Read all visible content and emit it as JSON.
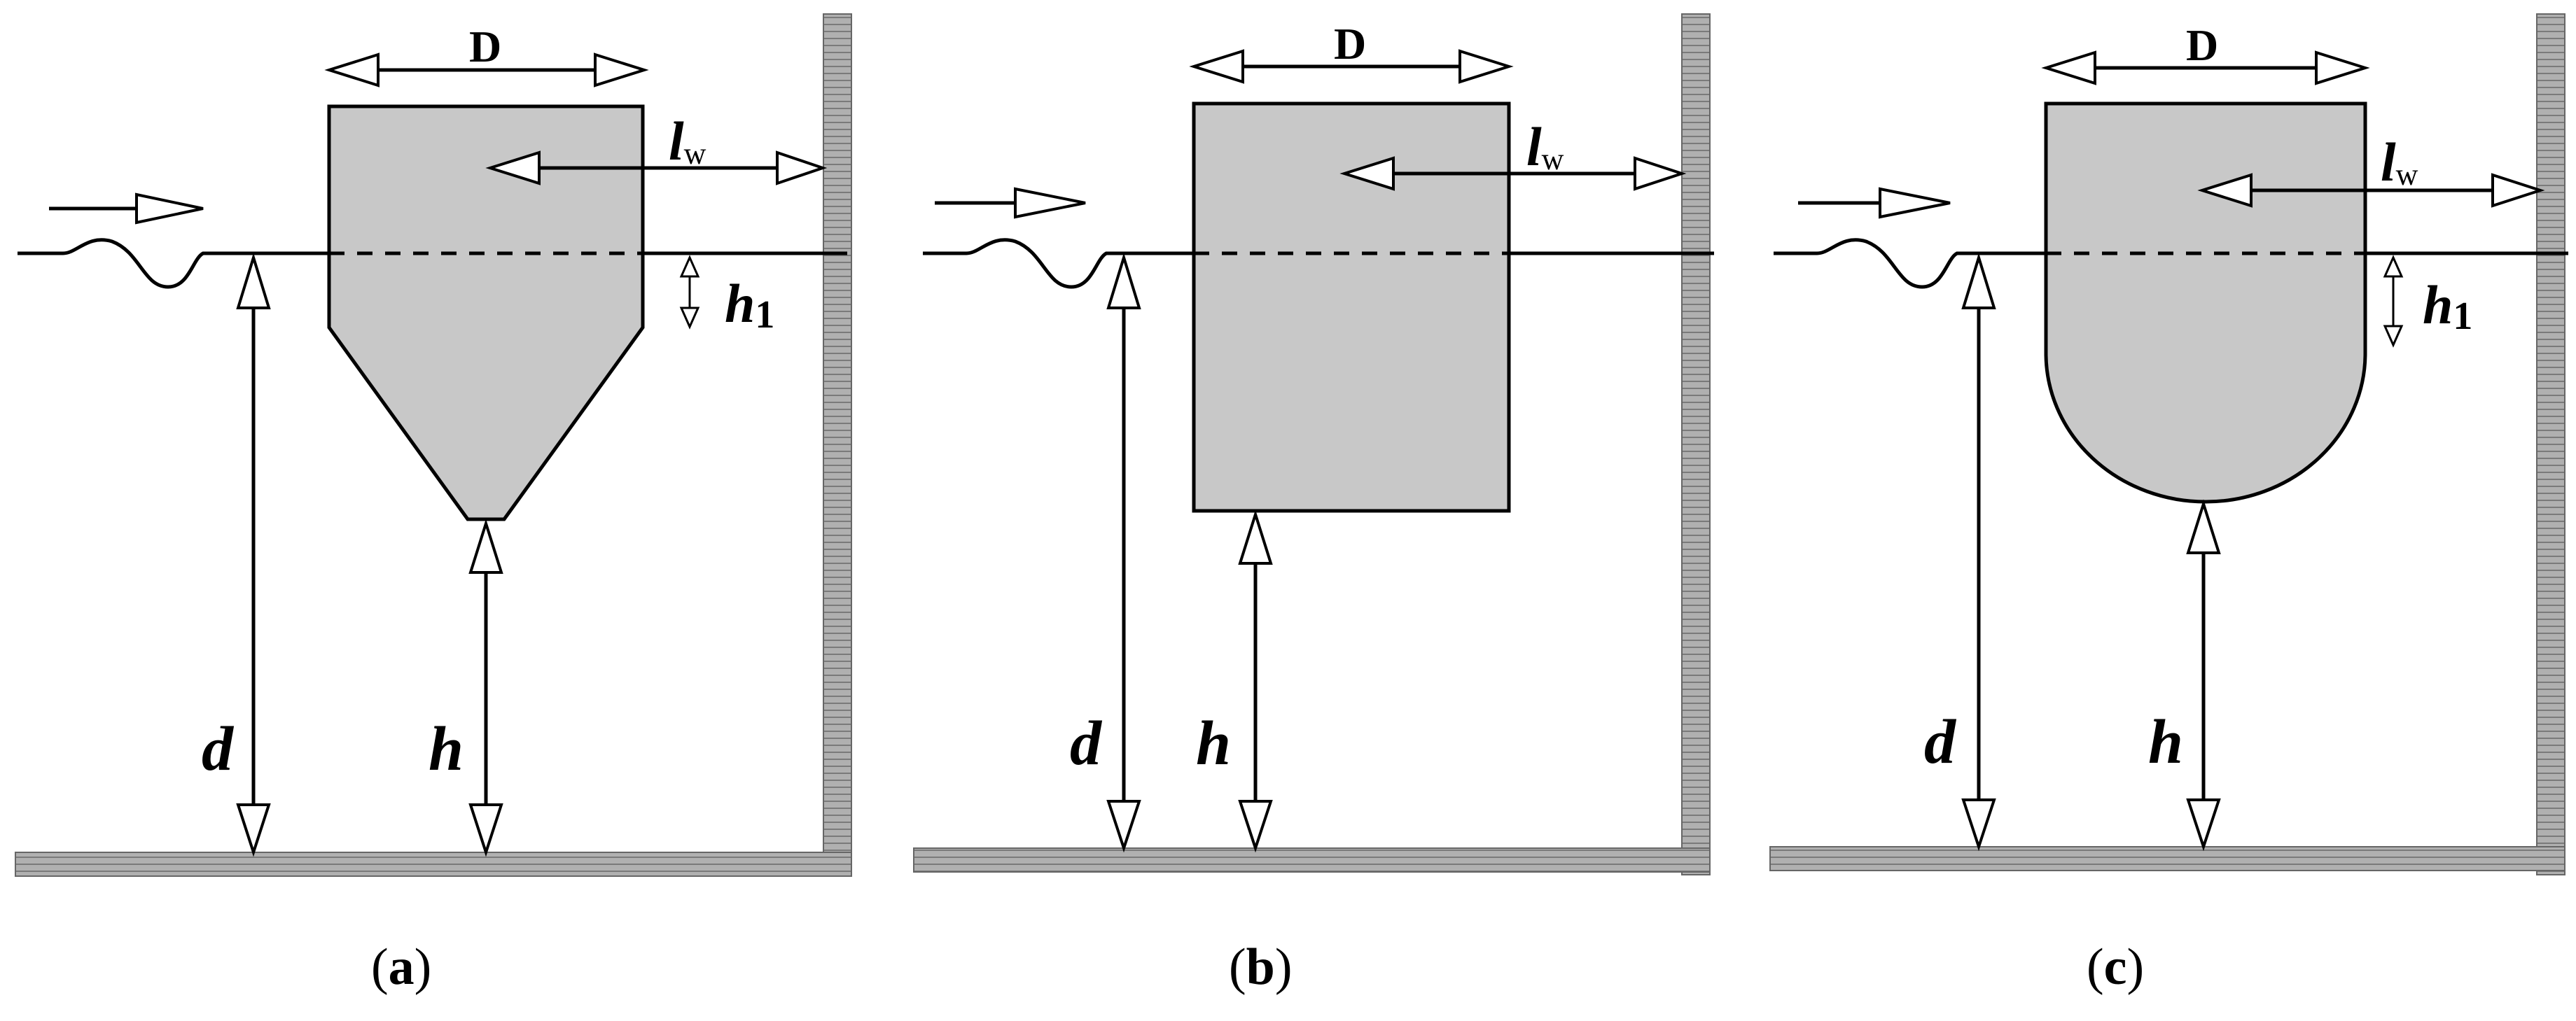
{
  "panels": [
    {
      "id": "a",
      "caption_open": "(",
      "caption_letter": "a",
      "caption_close": ")",
      "labels": {
        "D": "D",
        "lw_main": "l",
        "lw_sub": "w",
        "h1_main": "h",
        "h1_sub": "1",
        "d": "d",
        "h": "h"
      }
    },
    {
      "id": "b",
      "caption_open": "(",
      "caption_letter": "b",
      "caption_close": ")",
      "labels": {
        "D": "D",
        "lw_main": "l",
        "lw_sub": "w",
        "d": "d",
        "h": "h"
      }
    },
    {
      "id": "c",
      "caption_open": "(",
      "caption_letter": "c",
      "caption_close": ")",
      "labels": {
        "D": "D",
        "lw_main": "l",
        "lw_sub": "w",
        "h1_main": "h",
        "h1_sub": "1",
        "d": "d",
        "h": "h"
      }
    }
  ],
  "colors": {
    "body": "#c8c8c8",
    "wall": "#a6a6a6",
    "line": "#000000"
  }
}
